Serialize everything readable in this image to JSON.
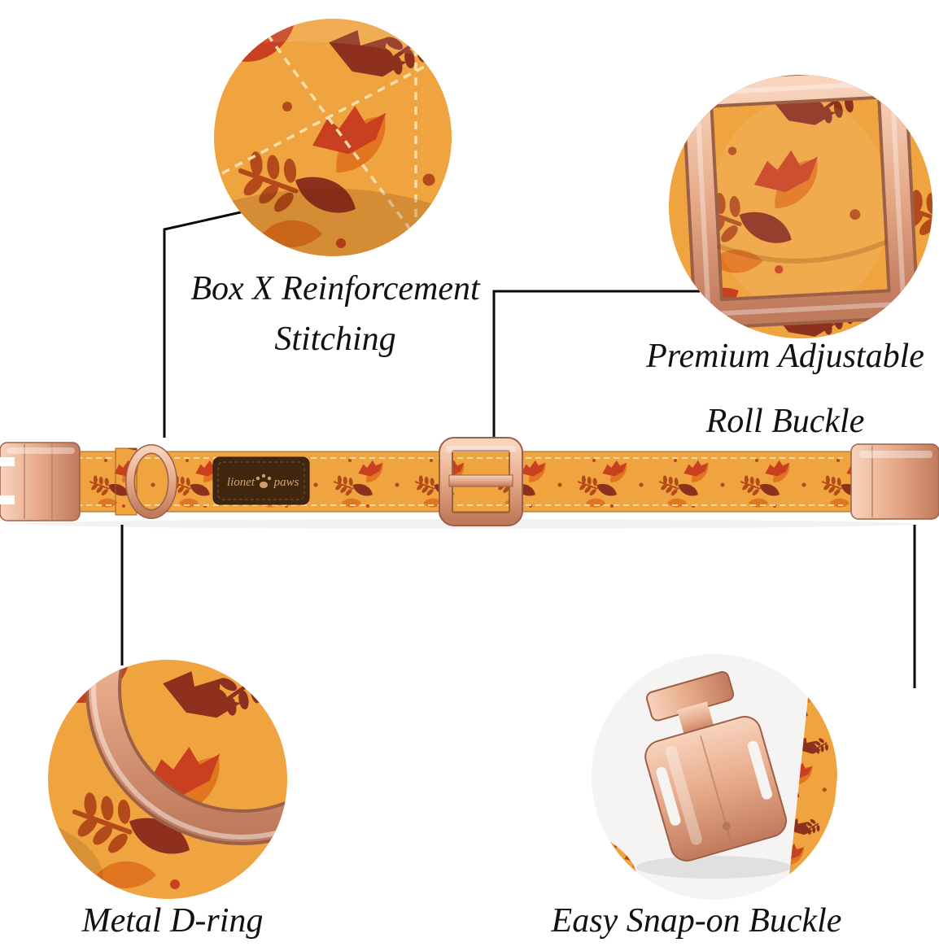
{
  "labels": {
    "stitching_1": "Box X Reinforcement",
    "stitching_2": "Stitching",
    "roll_1": "Premium Adjustable",
    "roll_2": "Roll Buckle",
    "d_ring": "Metal D-ring",
    "snap": "Easy Snap-on Buckle"
  },
  "brand": {
    "left": "lionet",
    "right": "paws"
  },
  "colors": {
    "rose_gold_light": "#f8d3bd",
    "rose_gold": "#e6a988",
    "rose_gold_dark": "#c07a5c",
    "fabric_base": "#f0a440",
    "leaf_red": "#c8401f",
    "leaf_dark_red": "#8f2f1d",
    "leaf_orange": "#e2751f",
    "leaf_rust": "#b34a1a",
    "line_color": "#0a0a0a",
    "text_color": "#111111"
  }
}
